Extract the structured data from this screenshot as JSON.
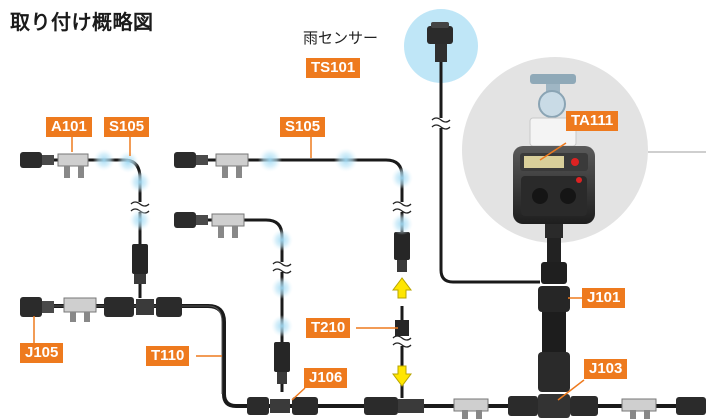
{
  "title": "取り付け概略図",
  "sensor_caption": "雨センサー",
  "labels": {
    "ts101": "TS101",
    "ta111": "TA111",
    "a101": "A101",
    "s105_left": "S105",
    "s105_mid": "S105",
    "j101": "J101",
    "t210": "T210",
    "j105": "J105",
    "t110": "T110",
    "j106": "J106",
    "j103": "J103"
  },
  "colors": {
    "label_bg": "#ee7a1e",
    "tube": "#1a1a1a",
    "mist_glow": "#a8dcf4",
    "sensor_bubble": "#bfe6f7",
    "timer_circle": "#e3e3e3",
    "flow_arrow": "#ffe600"
  }
}
